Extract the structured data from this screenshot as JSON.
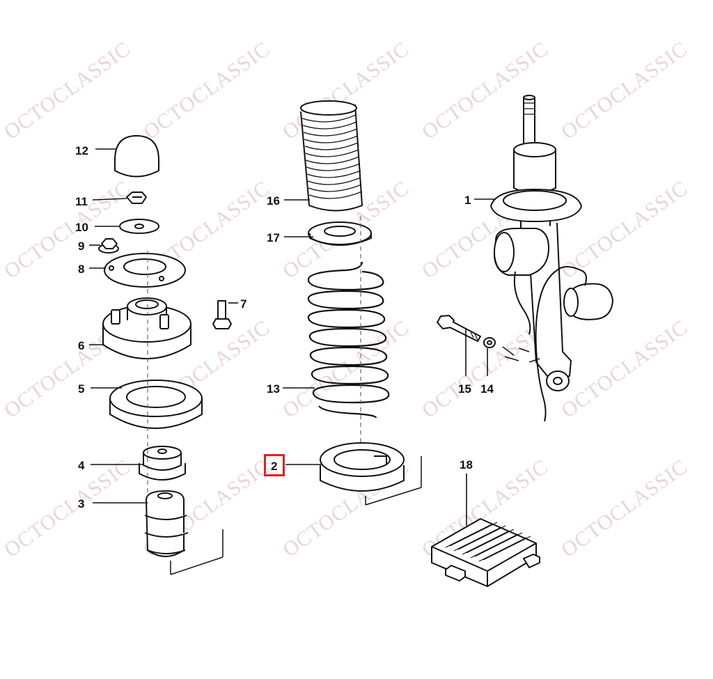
{
  "watermark": {
    "text": "OCTOCLASSIC",
    "color": "#e8d6d6"
  },
  "highlight": {
    "color": "#e02020",
    "part": "2"
  },
  "callouts": [
    {
      "id": "c1",
      "label": "1"
    },
    {
      "id": "c2",
      "label": "2"
    },
    {
      "id": "c3",
      "label": "3"
    },
    {
      "id": "c4",
      "label": "4"
    },
    {
      "id": "c5",
      "label": "5"
    },
    {
      "id": "c6",
      "label": "6"
    },
    {
      "id": "c7",
      "label": "7"
    },
    {
      "id": "c8",
      "label": "8"
    },
    {
      "id": "c9",
      "label": "9"
    },
    {
      "id": "c10",
      "label": "10"
    },
    {
      "id": "c11",
      "label": "11"
    },
    {
      "id": "c12",
      "label": "12"
    },
    {
      "id": "c13",
      "label": "13"
    },
    {
      "id": "c14",
      "label": "14"
    },
    {
      "id": "c15",
      "label": "15"
    },
    {
      "id": "c16",
      "label": "16"
    },
    {
      "id": "c17",
      "label": "17"
    },
    {
      "id": "c18",
      "label": "18"
    }
  ]
}
